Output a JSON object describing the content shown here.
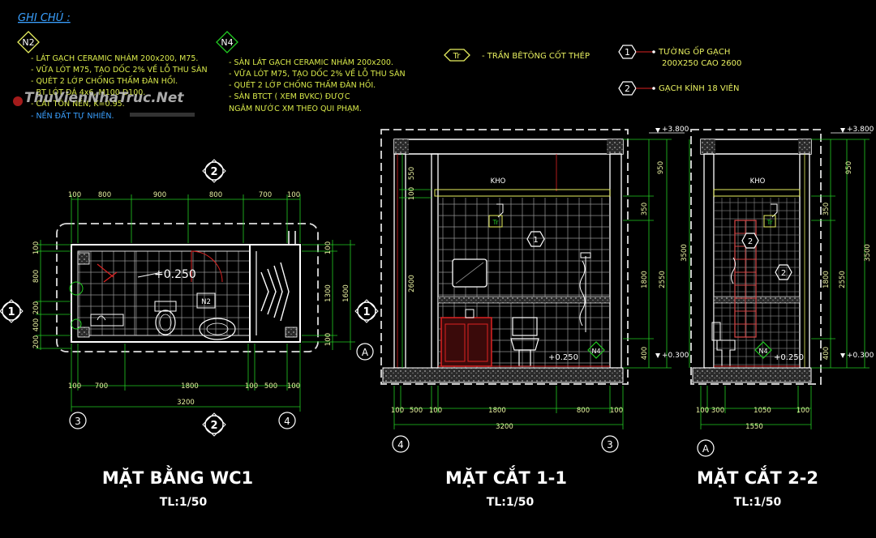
{
  "notes": {
    "heading": "GHI CHÚ :",
    "n2": {
      "tag": "N2",
      "lines": [
        "- LÁT GẠCH CERAMIC NHÁM 200x200, M75.",
        "- VỮA LÓT M75, TẠO DỐC 2% VỀ LỖ THU SÀN",
        "- QUÉT 2 LỚP CHỐNG THẤM ĐÀN HỒI.",
        "- BT LÓT ĐÁ 4x6, M100 D100.",
        "- CÁT TÔN NỀN, K=0.95.",
        "- NỀN ĐẤT TỰ NHIÊN."
      ]
    },
    "n4": {
      "tag": "N4",
      "lines": [
        "- SÀN LÁT GẠCH CERAMIC NHÁM 200x200.",
        "- VỮA LÓT M75, TẠO DỐC 2% VỀ LỖ THU SÀN",
        "- QUÉT 2 LỚP CHỐNG THẤM ĐÀN HỒI.",
        "- SÀN BTCT ( XEM BVKC) ĐƯỢC",
        "  NGÂM NƯỚC XM THEO QUI PHẠM."
      ]
    },
    "tr": {
      "tag": "Tr",
      "text": "- TRẦN BÊTÔNG CỐT THÉP"
    },
    "legend1": {
      "tag": "1",
      "line1": "TƯỜNG ỐP GẠCH",
      "line2": "200X250 CAO 2600"
    },
    "legend2": {
      "tag": "2",
      "text": "GẠCH KÍNH 18 VIÊN"
    }
  },
  "watermark": "ThuVienNhaTruc.Net",
  "plan": {
    "title": "MẶT BẰNG WC1",
    "scale": "TL:1/50",
    "top_dims": [
      "100",
      "800",
      "900",
      "800",
      "700",
      "100"
    ],
    "bottom_dims": [
      "100",
      "700",
      "1800",
      "100",
      "500",
      "100"
    ],
    "bottom_total": "3200",
    "left_dims": [
      "100",
      "800",
      "200",
      "400",
      "200"
    ],
    "right_dims": [
      "100",
      "1300",
      "1600",
      "100"
    ],
    "level": "+0.250",
    "floor_tag": "N2",
    "axes": {
      "left": "1",
      "right": "1",
      "top": "2",
      "bottom": "2",
      "grid_left": "3",
      "grid_right": "4",
      "grid_a": "A"
    }
  },
  "section11": {
    "title": "MẶT CẮT 1-1",
    "scale": "TL:1/50",
    "room_label": "KHO",
    "bottom_dims": [
      "100",
      "500",
      "100",
      "1800",
      "800",
      "100"
    ],
    "bottom_total": "3200",
    "left_dims": [
      "550",
      "100",
      "2600"
    ],
    "right_dims": [
      "950",
      "350",
      "1800",
      "400",
      "2550",
      "3500"
    ],
    "level_top": "+3.800",
    "level_floor": "+0.300",
    "level_wc": "+0.250",
    "floor_tag": "N4",
    "ceiling_tag": "Tr",
    "wall_tag": "1",
    "axes": {
      "left": "4",
      "right": "3"
    }
  },
  "section22": {
    "title": "MẶT CẮT 2-2",
    "scale": "TL:1/50",
    "room_label": "KHO",
    "bottom_dims": [
      "100",
      "300",
      "1050",
      "100"
    ],
    "bottom_total": "1550",
    "right_dims": [
      "950",
      "350",
      "1800",
      "400",
      "2550",
      "3500"
    ],
    "level_top": "+3.800",
    "level_floor": "+0.300",
    "level_wc": "+0.250",
    "floor_tag": "N4",
    "ceiling_tag": "Tr",
    "wall_tag_a": "2",
    "wall_tag_b": "2",
    "axes": {
      "left": "A"
    }
  },
  "colors": {
    "background": "#000000",
    "wall": "#ffffff",
    "dimension": "#22cc22",
    "text": "#e8f060",
    "accent_red": "#dd2222",
    "note_blue": "#3aa0ff"
  }
}
